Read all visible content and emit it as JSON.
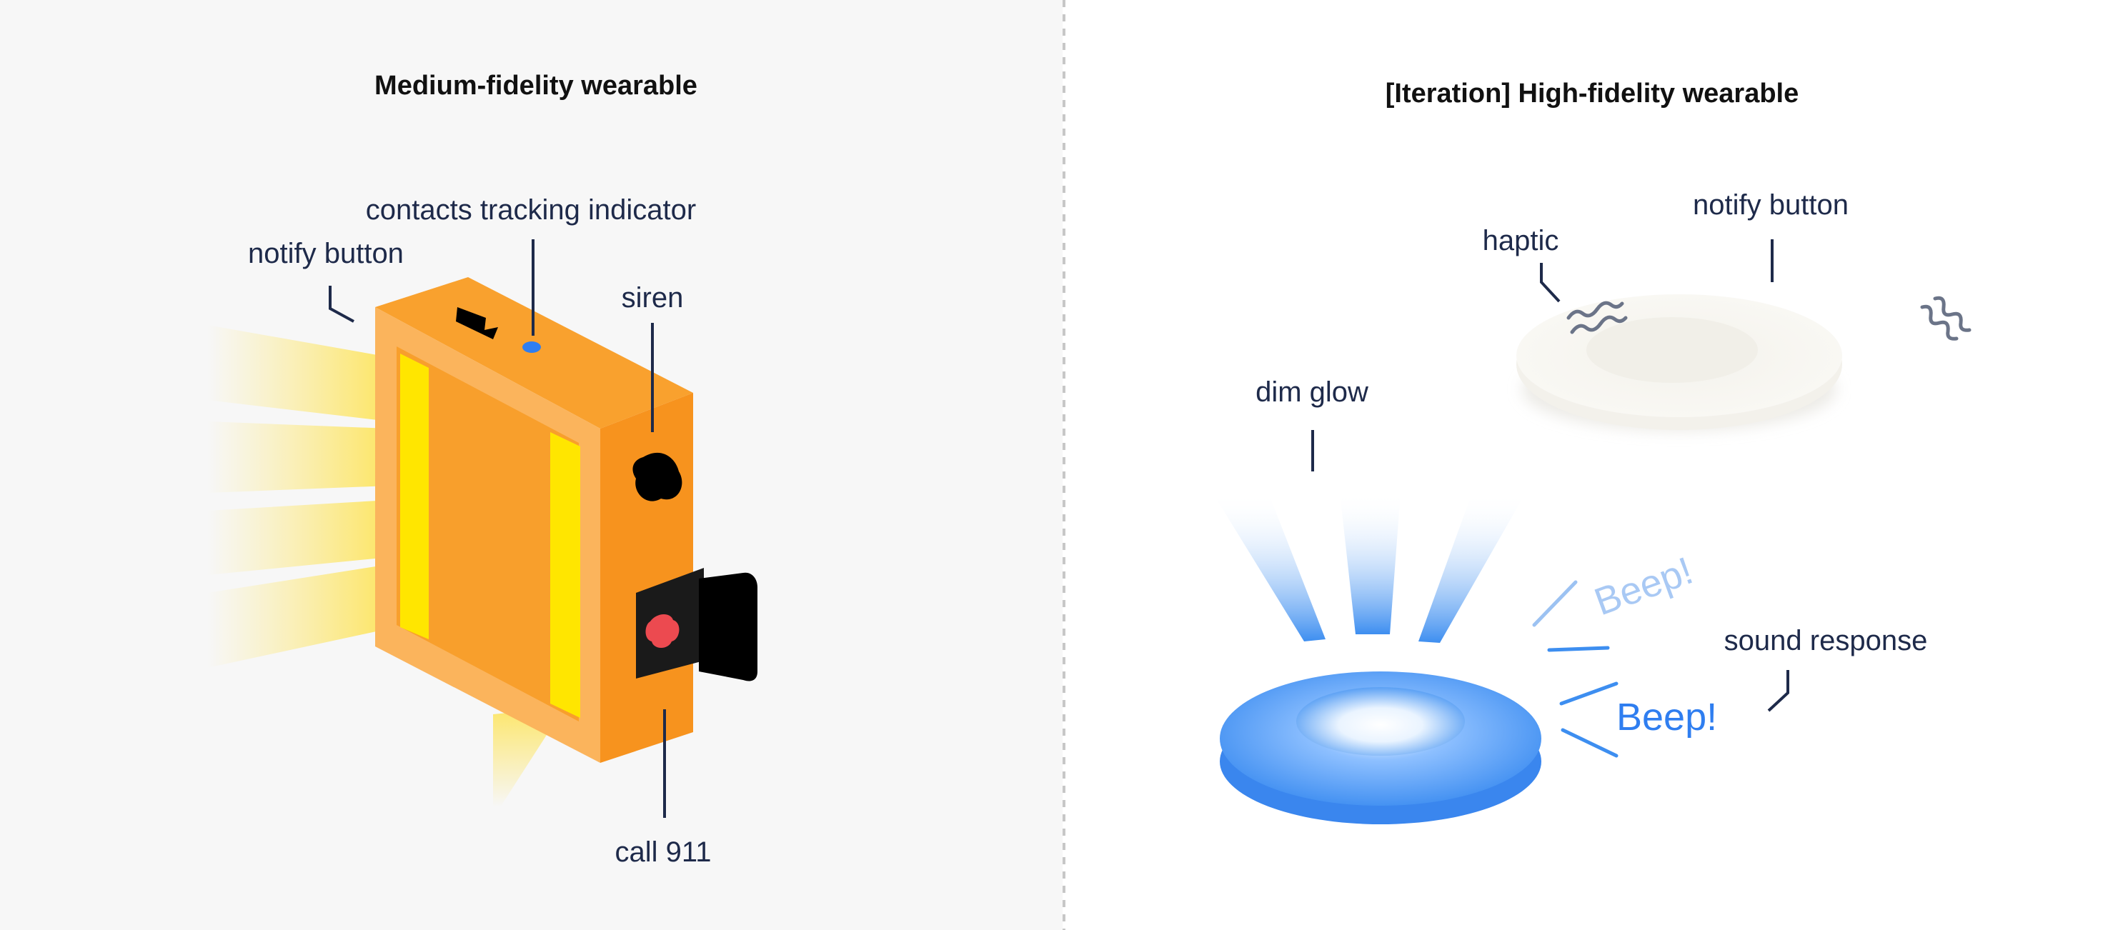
{
  "left_panel": {
    "title": "Medium-fidelity wearable",
    "labels": {
      "notify_button": "notify button",
      "contacts_tracking": "contacts tracking indicator",
      "siren": "siren",
      "call_911": "call 911"
    }
  },
  "right_panel": {
    "title": "[Iteration] High-fidelity wearable",
    "labels": {
      "haptic": "haptic",
      "notify_button": "notify button",
      "dim_glow": "dim glow",
      "sound_response": "sound response"
    },
    "beep_faded": "Beep!",
    "beep_strong": "Beep!"
  },
  "colors": {
    "left_background": "#f7f7f7",
    "right_background": "#ffffff",
    "orange_device": "#f9a12e",
    "yellow_glow": "#fde45a",
    "blue_device": "#3d8ef0",
    "label_text": "#1e2a4a",
    "divider": "#c7c7c7"
  }
}
